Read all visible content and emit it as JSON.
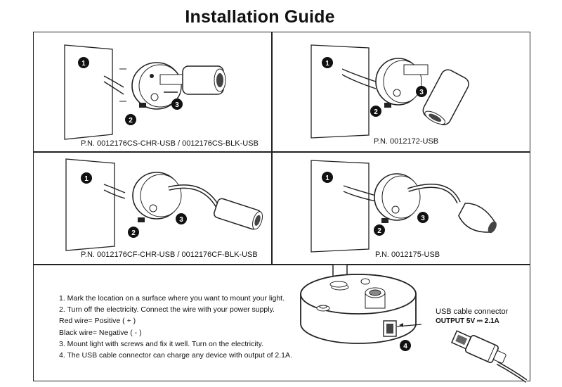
{
  "title": "Installation Guide",
  "panels": [
    {
      "part_number": "P.N. 0012176CS-CHR-USB / 0012176CS-BLK-USB"
    },
    {
      "part_number": "P.N. 0012172-USB"
    },
    {
      "part_number": "P.N. 0012176CF-CHR-USB / 0012176CF-BLK-USB"
    },
    {
      "part_number": "P.N. 0012175-USB"
    }
  ],
  "markers": {
    "one": "1",
    "two": "2",
    "three": "3",
    "four": "4"
  },
  "instructions": [
    "1. Mark the location on a surface where you want to mount your light.",
    "2. Turn off the electricity. Connect the wire with your power supply.",
    "Red wire= Positive ( + )",
    "Black wire= Negative ( - )",
    "3. Mount light with screws and fix it well. Turn on the electricity.",
    "4. The USB cable connector can charge any device with output of 2.1A."
  ],
  "usb": {
    "label": "USB cable connector",
    "output": "OUTPUT 5V ⎓ 2.1A"
  }
}
